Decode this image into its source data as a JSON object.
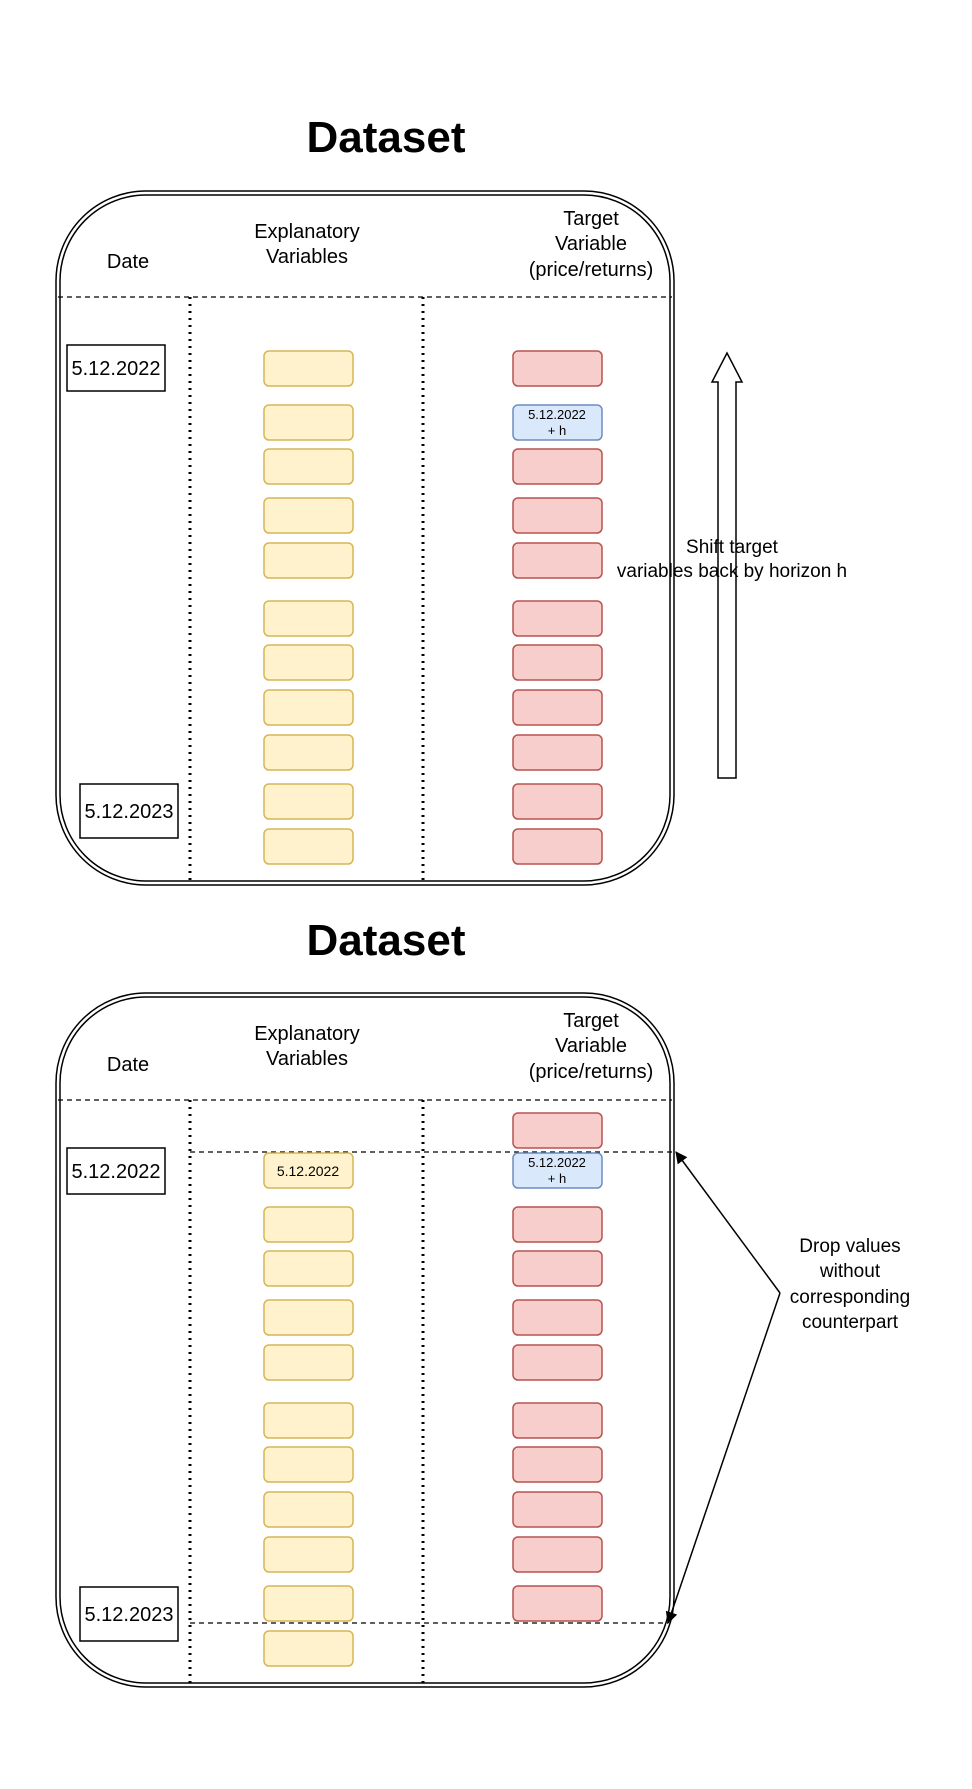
{
  "panels": [
    {
      "title": "Dataset",
      "headers": {
        "date": "Date",
        "explanatory_line1": "Explanatory",
        "explanatory_line2": "Variables",
        "target_line1": "Target",
        "target_line2": "Variable",
        "target_line3": "(price/returns)"
      },
      "date_start": "5.12.2022",
      "date_end": "5.12.2023",
      "highlight_line1": "5.12.2022",
      "highlight_line2": "+ h"
    },
    {
      "title": "Dataset",
      "headers": {
        "date": "Date",
        "explanatory_line1": "Explanatory",
        "explanatory_line2": "Variables",
        "target_line1": "Target",
        "target_line2": "Variable",
        "target_line3": "(price/returns)"
      },
      "date_start": "5.12.2022",
      "date_end": "5.12.2023",
      "explanatory_label": "5.12.2022",
      "highlight_line1": "5.12.2022",
      "highlight_line2": "+ h"
    }
  ],
  "annotations": {
    "shift_line1": "Shift target",
    "shift_line2": "variables back by horizon h",
    "drop_line1": "Drop values",
    "drop_line2": "without",
    "drop_line3": "corresponding",
    "drop_line4": "counterpart"
  }
}
